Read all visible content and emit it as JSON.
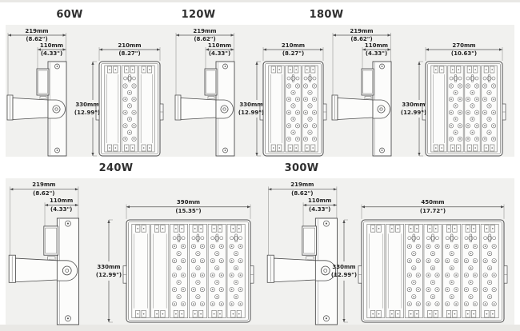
{
  "page": {
    "background": "#ffffff",
    "panel_color": "#f1f1ef",
    "band_color": "#e9e8e5",
    "line_color": "#4c4c4c",
    "text_color": "#222222"
  },
  "units": [
    {
      "id": "60w",
      "title": "60W",
      "side": {
        "width_mm": "219mm",
        "width_in": "(8.62\")",
        "depth_mm": "110mm",
        "depth_in": "(4.33\")"
      },
      "front": {
        "width_mm": "210mm",
        "width_in": "(8.27\")",
        "height_mm": "330mm",
        "height_in": "(12.99\")",
        "slot_pattern": [
          "empty",
          "led",
          "empty"
        ]
      }
    },
    {
      "id": "120w",
      "title": "120W",
      "side": {
        "width_mm": "219mm",
        "width_in": "(8.62\")",
        "depth_mm": "110mm",
        "depth_in": "(4.33\")"
      },
      "front": {
        "width_mm": "210mm",
        "width_in": "(8.27\")",
        "height_mm": "330mm",
        "height_in": "(12.99\")",
        "slot_pattern": [
          "empty",
          "led",
          "led"
        ]
      }
    },
    {
      "id": "180w",
      "title": "180W",
      "side": {
        "width_mm": "219mm",
        "width_in": "(8.62\")",
        "depth_mm": "110mm",
        "depth_in": "(4.33\")"
      },
      "front": {
        "width_mm": "270mm",
        "width_in": "(10.63\")",
        "height_mm": "330mm",
        "height_in": "(12.99\")",
        "slot_pattern": [
          "empty",
          "led",
          "led",
          "led"
        ]
      }
    },
    {
      "id": "240w",
      "title": "240W",
      "side": {
        "width_mm": "219mm",
        "width_in": "(8.62\")",
        "depth_mm": "110mm",
        "depth_in": "(4.33\")"
      },
      "front": {
        "width_mm": "390mm",
        "width_in": "(15.35\")",
        "height_mm": "330mm",
        "height_in": "(12.99\")",
        "slot_pattern": [
          "empty",
          "empty",
          "led",
          "led",
          "led",
          "led"
        ]
      }
    },
    {
      "id": "300w",
      "title": "300W",
      "side": {
        "width_mm": "219mm",
        "width_in": "(8.62\")",
        "depth_mm": "110mm",
        "depth_in": "(4.33\")"
      },
      "front": {
        "width_mm": "450mm",
        "width_in": "(17.72\")",
        "height_mm": "330mm",
        "height_in": "(12.99\")",
        "slot_pattern": [
          "empty",
          "empty",
          "led",
          "led",
          "led",
          "led",
          "led"
        ]
      }
    }
  ]
}
